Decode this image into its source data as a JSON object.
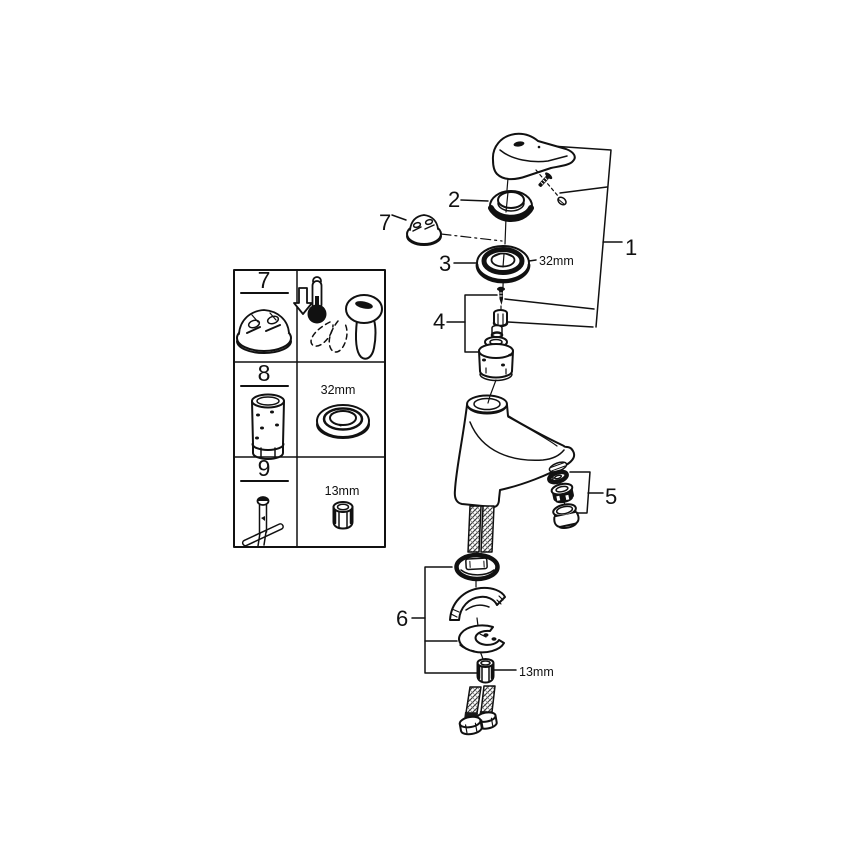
{
  "colors": {
    "background": "#ffffff",
    "ink": "#111111"
  },
  "exploded_view": {
    "callouts": {
      "handle_assembly": "1",
      "handle_cap": "2",
      "escutcheon": "3",
      "cartridge_kit": "4",
      "aerator_kit": "5",
      "mounting_kit": "6",
      "temperature_limiter": "7"
    },
    "escutcheon_size": "32mm",
    "mounting_nut_size": "13mm"
  },
  "legend": {
    "rows": [
      {
        "number": "7",
        "left_icon": "temperature-limiter-part",
        "right_icon": "thermometer-lower-temp-and-lever"
      },
      {
        "number": "8",
        "left_icon": "cartridge-sleeve-part",
        "size": "32mm",
        "right_icon": "escutcheon-ring"
      },
      {
        "number": "9",
        "left_icon": "mounting-rod-tool",
        "size": "13mm",
        "right_icon": "mounting-nut"
      }
    ]
  }
}
